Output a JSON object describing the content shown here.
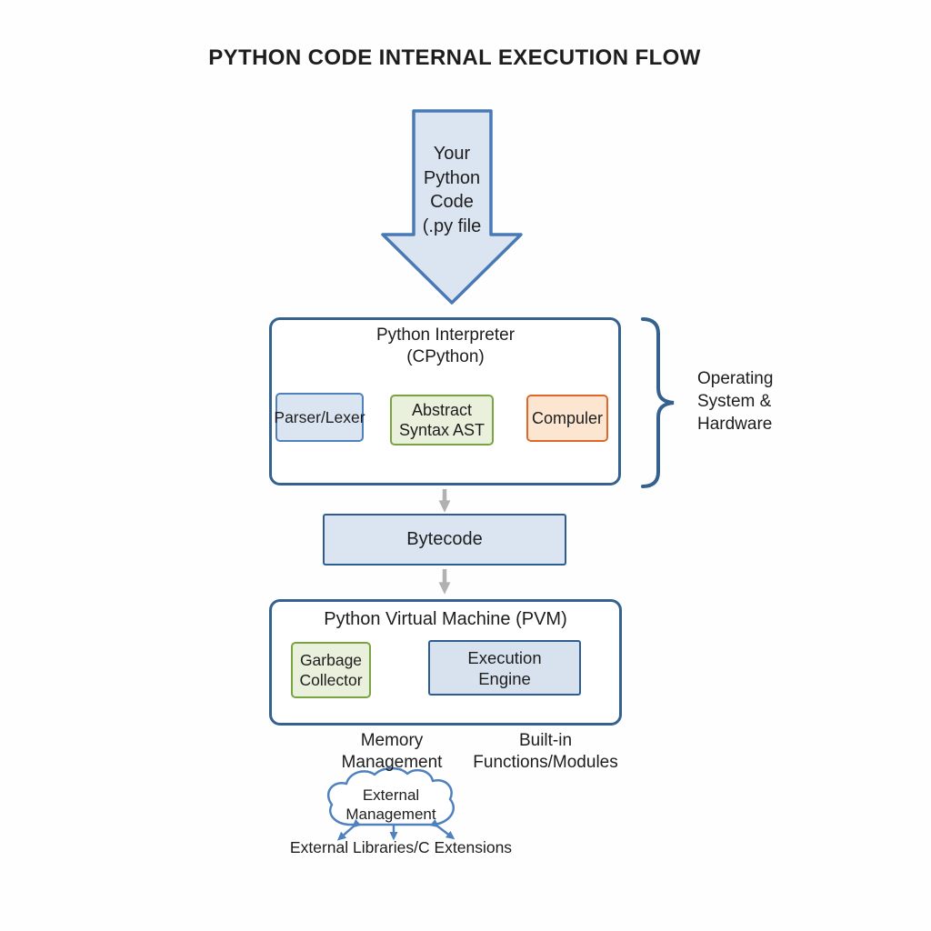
{
  "title": "PYTHON CODE INTERNAL EXECUTION FLOW",
  "source_arrow": {
    "line1": "Your",
    "line2": "Python",
    "line3": "Code",
    "line4": "(.py file"
  },
  "interpreter": {
    "heading_line1": "Python Interpreter",
    "heading_line2": "(CPython)",
    "parser_label": "Parser/Lexer",
    "ast_line1": "Abstract",
    "ast_line2": "Syntax AST",
    "compiler_label": "Compuler"
  },
  "os_brace": {
    "line1": "Operating",
    "line2": "System &",
    "line3": "Hardware"
  },
  "bytecode": {
    "label": "Bytecode"
  },
  "pvm": {
    "heading": "Python Virtual Machine (PVM)",
    "garbage_line1": "Garbage",
    "garbage_line2": "Collector",
    "engine_line1": "Execution",
    "engine_line2": "Engine"
  },
  "annotations": {
    "memory_line1": "Memory",
    "memory_line2": "Management",
    "builtin_line1": "Built-in",
    "builtin_line2": "Functions/Modules"
  },
  "cloud": {
    "line1": "External",
    "line2": "Management"
  },
  "external_label": "External Libraries/C Extensions",
  "colors": {
    "container_border": "#35618f",
    "blue_box_border": "#4f81bd",
    "blue_box_fill": "#dbe5f1",
    "green_box_border": "#7aa43f",
    "green_box_fill": "#e9f1dd",
    "orange_box_border": "#e0662a",
    "orange_box_fill": "#fce6d2",
    "gray_arrow": "#b1b1b1",
    "cycle_orange": "#e8803c",
    "text": "#1d1d1d"
  }
}
